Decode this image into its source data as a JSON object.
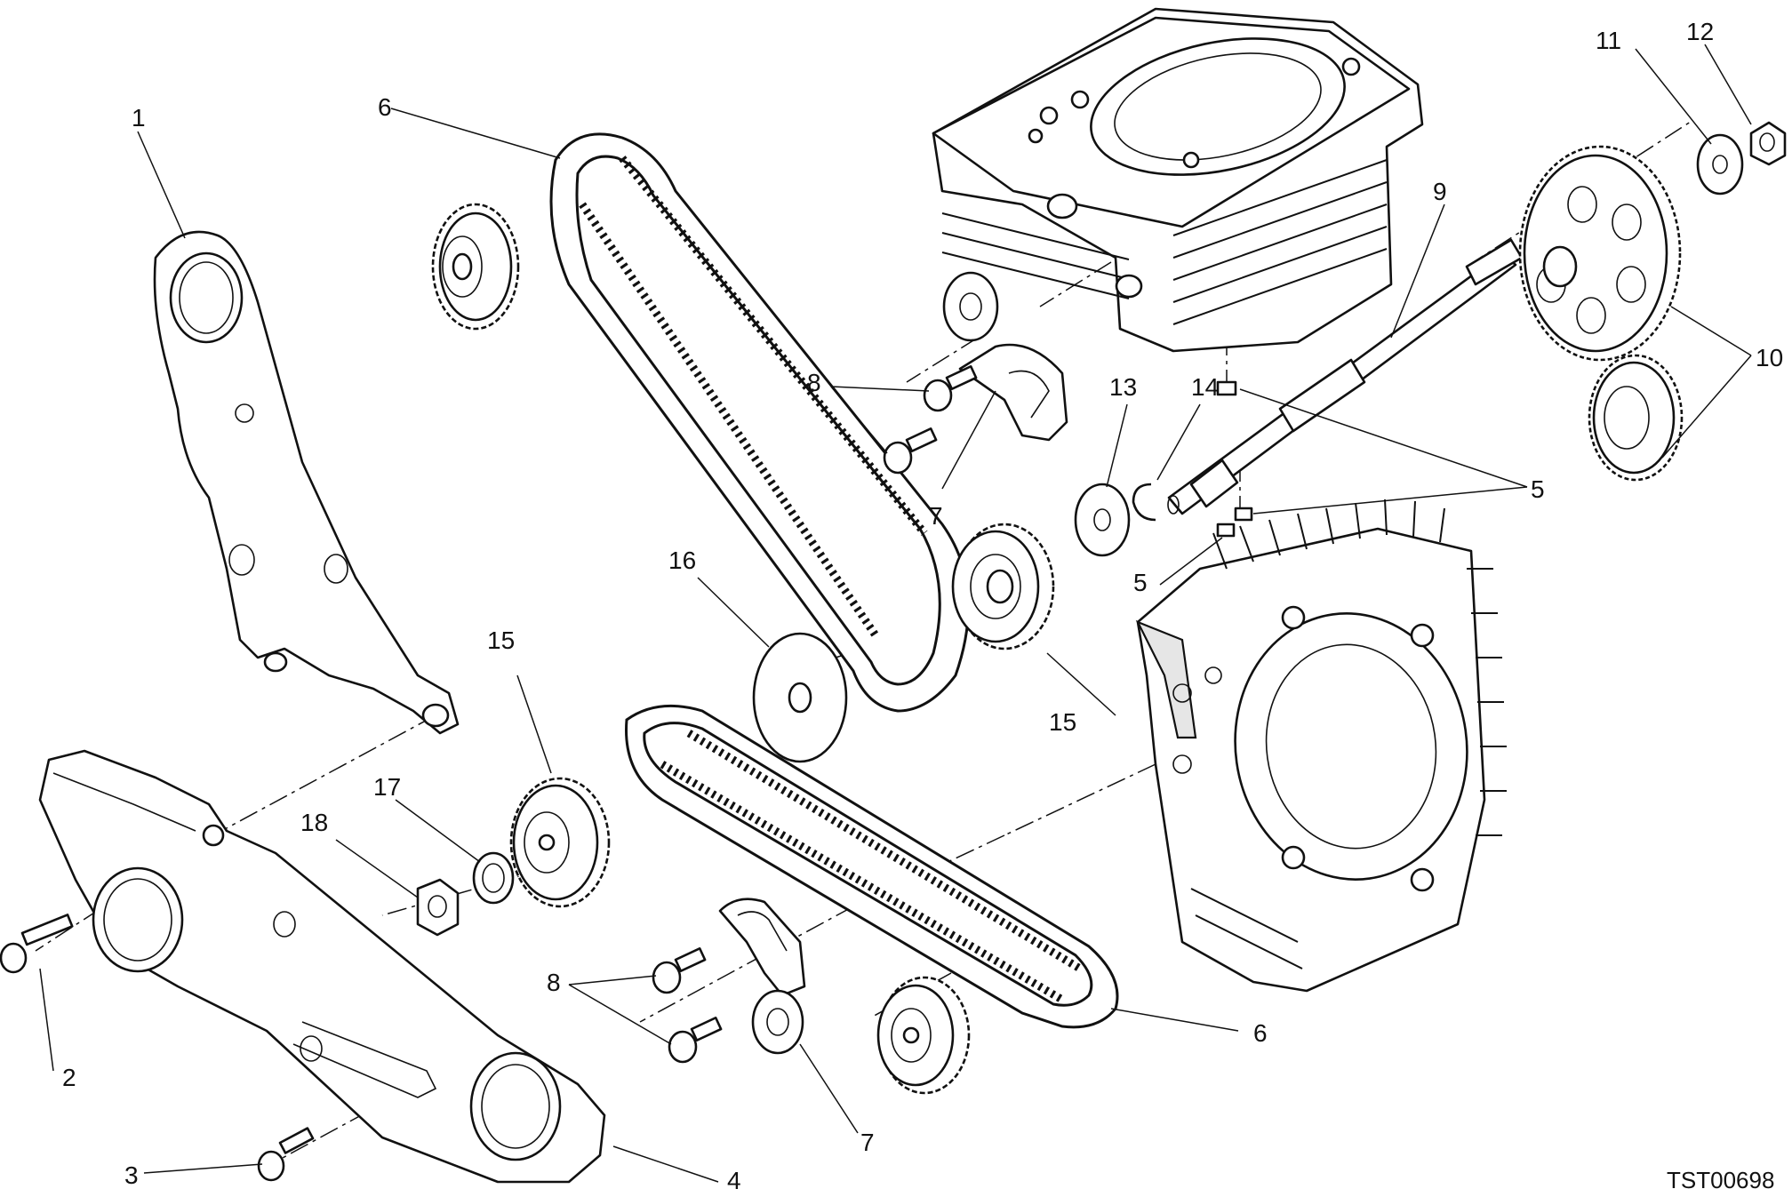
{
  "callouts": [
    {
      "id": "c1",
      "text": "1"
    },
    {
      "id": "c2",
      "text": "2"
    },
    {
      "id": "c3",
      "text": "3"
    },
    {
      "id": "c4",
      "text": "4"
    },
    {
      "id": "c5a",
      "text": "5"
    },
    {
      "id": "c5b",
      "text": "5"
    },
    {
      "id": "c6a",
      "text": "6"
    },
    {
      "id": "c6b",
      "text": "6"
    },
    {
      "id": "c7a",
      "text": "7"
    },
    {
      "id": "c7b",
      "text": "7"
    },
    {
      "id": "c8a",
      "text": "8"
    },
    {
      "id": "c8b",
      "text": "8"
    },
    {
      "id": "c9",
      "text": "9"
    },
    {
      "id": "c10",
      "text": "10"
    },
    {
      "id": "c11",
      "text": "11"
    },
    {
      "id": "c12",
      "text": "12"
    },
    {
      "id": "c13",
      "text": "13"
    },
    {
      "id": "c14",
      "text": "14"
    },
    {
      "id": "c15a",
      "text": "15"
    },
    {
      "id": "c15b",
      "text": "15"
    },
    {
      "id": "c16",
      "text": "16"
    },
    {
      "id": "c17",
      "text": "17"
    },
    {
      "id": "c18",
      "text": "18"
    }
  ],
  "drawing_code": "TST00698"
}
